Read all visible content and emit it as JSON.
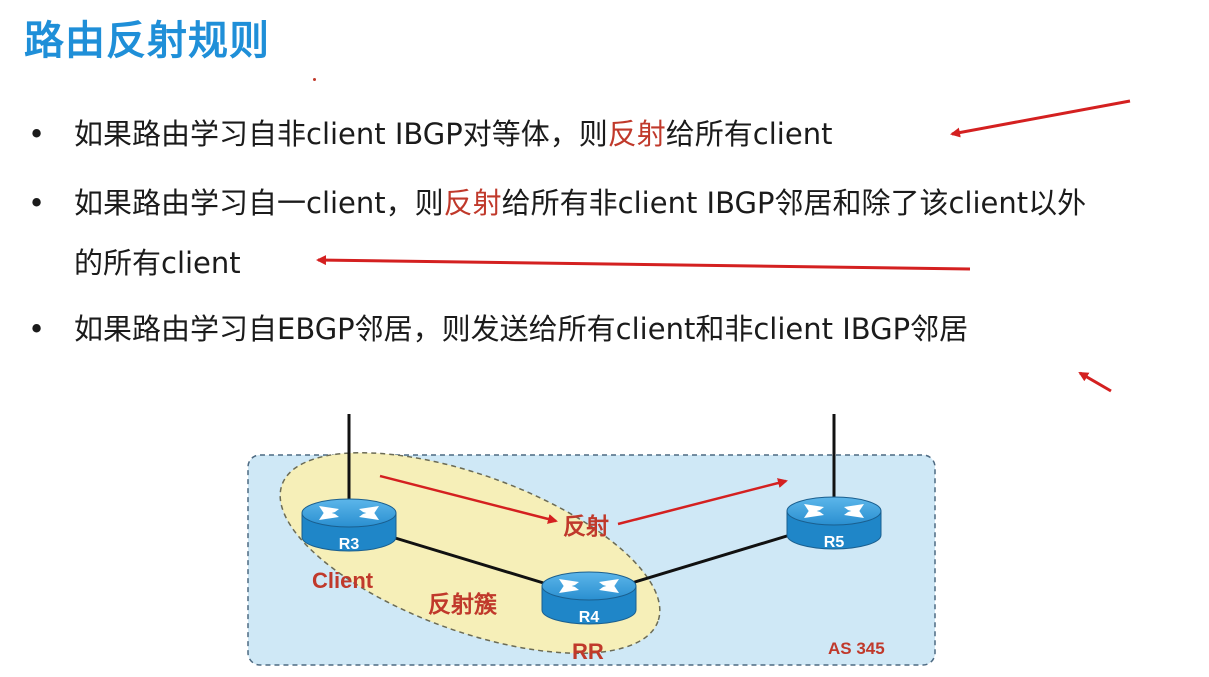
{
  "title": "路由反射规则",
  "bullets": [
    {
      "marker": "•",
      "pre": "如果路由学习自非client  IBGP对等体，则",
      "highlight": "反射",
      "post": "给所有client"
    },
    {
      "marker": "•",
      "pre": "如果路由学习自一client，则",
      "highlight": "反射",
      "post": "给所有非client IBGP邻居和除了该client以外",
      "line2": "的所有client"
    },
    {
      "marker": "•",
      "text": "如果路由学习自EBGP邻居，则发送给所有client和非client IBGP邻居"
    }
  ],
  "diagram": {
    "routers": [
      {
        "id": "r3",
        "label": "R3"
      },
      {
        "id": "r4",
        "label": "R4"
      },
      {
        "id": "r5",
        "label": "R5"
      }
    ],
    "labels": {
      "client": "Client",
      "cluster": "反射簇",
      "reflect": "反射",
      "rr": "RR",
      "as": "AS 345"
    },
    "colors": {
      "title": "#1f8fd8",
      "highlight": "#c0392b",
      "arrow": "#d42020",
      "as_fill": "#cfe8f6",
      "cluster_fill": "#f6efb8",
      "router_body": "#1f86c8"
    }
  }
}
